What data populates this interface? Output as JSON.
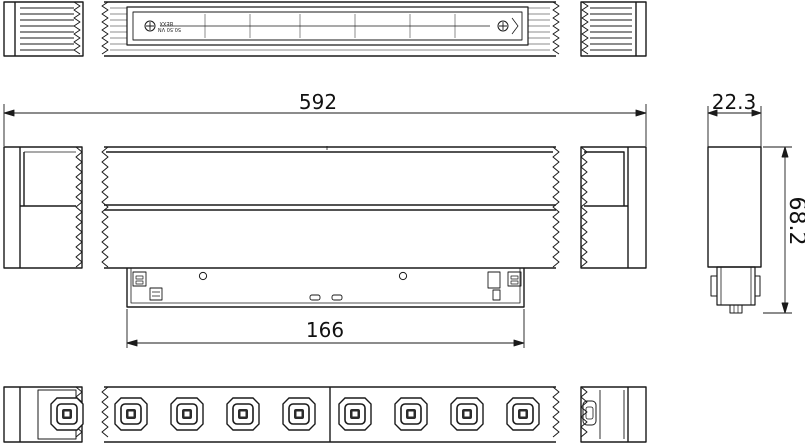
{
  "dimensions": {
    "overall_length": "592",
    "depth": "22.3",
    "height": "68.2",
    "connector_length": "166"
  },
  "top_view": {
    "label_line_1": "BEXX",
    "label_line_2": "50.50 VN"
  },
  "colors": {
    "line": "#1a1a1a",
    "background": "#ffffff",
    "lens_fill": "#2b2b2b"
  },
  "front_view": {
    "lens_count": 8
  }
}
